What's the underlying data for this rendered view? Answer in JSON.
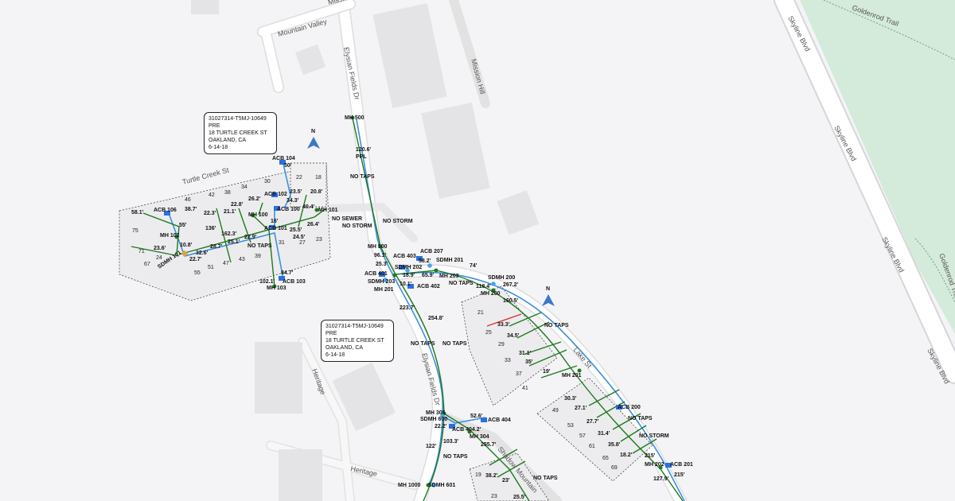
{
  "map": {
    "streets": [
      "Mountain Valley",
      "Mission",
      "Elysian Fields Dr",
      "Mission Hill",
      "Skyline Blvd",
      "Skyline Blvd",
      "Skyline Blvd",
      "Skyline Blvd",
      "Goldenrod Trail",
      "Goldenrod Trail",
      "Heritage",
      "Heritage",
      "Turtle Creek St",
      "Lake St",
      "Shadow Mountain",
      "Elysian Fields Dr"
    ],
    "callouts": [
      {
        "lines": [
          "31027314-T5MJ-10649",
          "PRE",
          "18 TURTLE CREEK ST",
          "OAKLAND, CA",
          "6-14-18"
        ]
      },
      {
        "lines": [
          "31027314-T5MJ-10649",
          "PRE",
          "18 TURTLE CREEK ST",
          "OAKLAND, CA",
          "6-14-18"
        ]
      }
    ],
    "north_label": "N",
    "labels": [
      "MH 500",
      "120.6'",
      "PPL",
      "NO TAPS",
      "NO STORM",
      "NO SEWER",
      "NO STORM",
      "MH 500",
      "96.1'",
      "ACB 207",
      "SDMH 201",
      "74'",
      "ACB 403",
      "25.3'",
      "58.2'",
      "SDMH 202",
      "18.9'",
      "ACB 401",
      "SDMH 203",
      "65.9'",
      "MH 203",
      "MH 201",
      "10.1'",
      "ACB 402",
      "NO TAPS",
      "118.4'",
      "SDMH 200",
      "267.2'",
      "MH 200",
      "160.5'",
      "223.7'",
      "254.8'",
      "NO TAPS",
      "NO TAPS",
      "NO TAPS",
      "33.3'",
      "34.5'",
      "31.1'",
      "35'",
      "19'",
      "MH 201",
      "30.3'",
      "27.1'",
      "ACB 200",
      "NO TAPS",
      "27.7'",
      "31.4'",
      "NO STORM",
      "35.8'",
      "18.2'",
      "215'",
      "MH 202",
      "ACB 201",
      "127.9'",
      "215'",
      "MH 305",
      "SDMH 600",
      "52.6'",
      "ACB 404",
      "22.2'",
      "ACB 404.2'",
      "MH 304",
      "103.3'",
      "255.7'",
      "122'",
      "NO TAPS",
      "38.2'",
      "23'",
      "NO TAPS",
      "MH 1000",
      "SDMH 601",
      "25.5'",
      "ACB 104",
      "50'",
      "23.5'",
      "20.8'",
      "ACB 102",
      "26.2'",
      "34.3'",
      "ACB 100",
      "40.4'",
      "MH 101",
      "58.1'",
      "ACB 106",
      "38.7'",
      "22.8'",
      "22.3'",
      "21.1'",
      "MH 100",
      "16'",
      "ACB 101",
      "26.4'",
      "25.5'",
      "24.5'",
      "55'",
      "136'",
      "162.3'",
      "MH 102",
      "22.9'",
      "25.1'",
      "28.7'",
      "23.6'",
      "32.6'",
      "NO TAPS",
      "22.7'",
      "10.8'",
      "84.7'",
      "102.1'",
      "ACB 103",
      "MH 103",
      "SDMH 101"
    ],
    "lot_numbers": [
      "21",
      "25",
      "29",
      "33",
      "37",
      "41",
      "49",
      "53",
      "57",
      "61",
      "65",
      "69",
      "19",
      "23",
      "30",
      "34",
      "38",
      "42",
      "46",
      "22",
      "18",
      "75",
      "71",
      "67",
      "24",
      "31",
      "27",
      "23",
      "55",
      "51",
      "47",
      "43",
      "39"
    ]
  }
}
